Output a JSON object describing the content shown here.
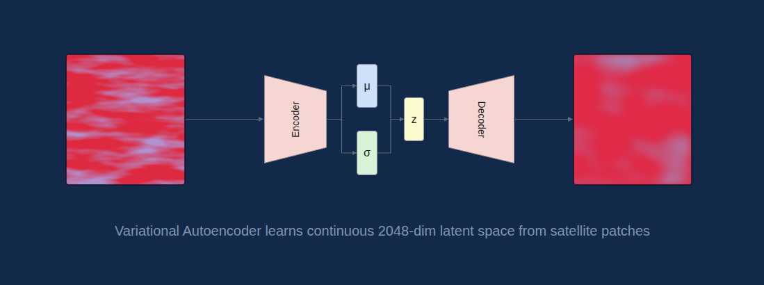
{
  "diagram": {
    "caption": "Variational Autoencoder learns continuous 2048-dim latent space from satellite patches",
    "nodes": [
      {
        "text": [
          "Encoder"
        ]
      },
      {
        "text": [
          "μ"
        ]
      },
      {
        "text": [
          "σ"
        ]
      },
      {
        "text": [
          "z"
        ]
      },
      {
        "text": [
          "Decoder"
        ]
      }
    ],
    "edges": [
      {
        "from": 0,
        "to": 1,
        "arrow": "to"
      },
      {
        "from": 0,
        "to": 2,
        "arrow": "to"
      },
      {
        "from": 1,
        "to": 3,
        "arrow": "to"
      },
      {
        "from": 2,
        "to": 3,
        "arrow": "to"
      },
      {
        "from": 3,
        "to": 4,
        "arrow": "to"
      }
    ]
  }
}
